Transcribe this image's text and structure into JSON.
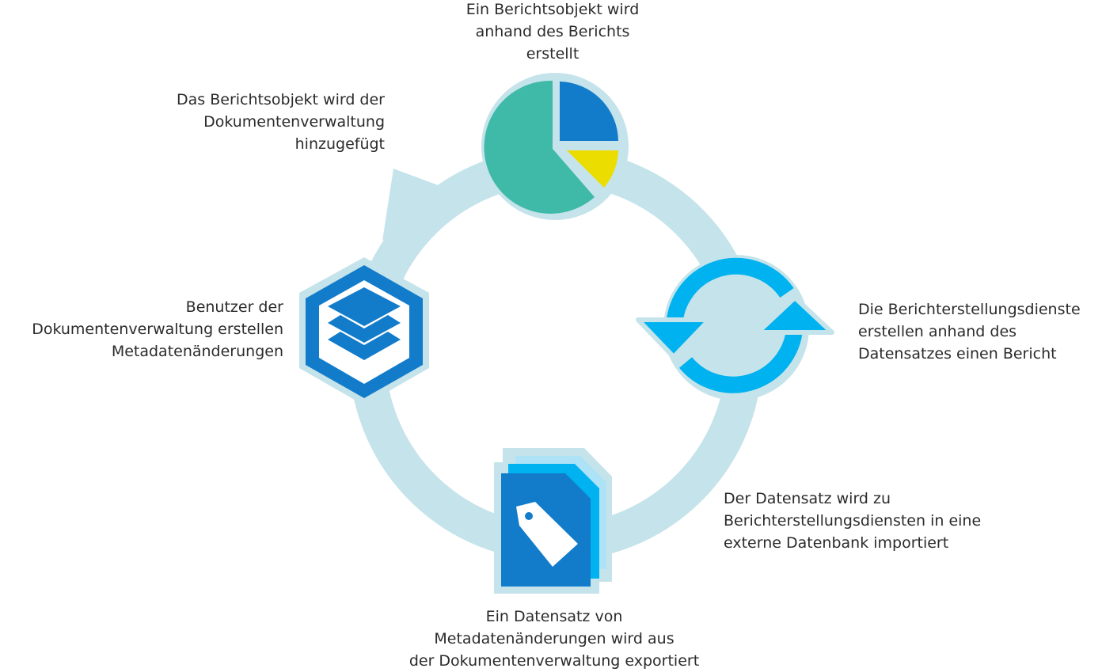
{
  "colors": {
    "ring": "#c5e3ea",
    "blue_dark": "#127ccb",
    "blue_light": "#00b2ef",
    "teal": "#3fbaa8",
    "yellow": "#ecdd00",
    "white": "#ffffff",
    "text": "#2b2b2b"
  },
  "icons": {
    "report": "pie-chart-icon",
    "refresh": "refresh-cycle-icon",
    "dataset": "tagged-documents-icon",
    "metadata": "layered-hexagon-icon",
    "flow": "cycle-arrow-icon"
  },
  "steps": {
    "report_object_created": {
      "lines": [
        "Ein Berichtsobjekt wird",
        "anhand des Berichts",
        "erstellt"
      ]
    },
    "added_to_document_management": {
      "lines": [
        "Das Berichtsobjekt wird der",
        "Dokumentenverwaltung",
        "hinzugefügt"
      ]
    },
    "users_create_metadata_changes": {
      "lines": [
        "Benutzer der",
        "Dokumentenverwaltung erstellen",
        "Metadatenänderungen"
      ]
    },
    "reporting_services_create_report": {
      "lines": [
        "Die Berichterstellungsdienste",
        "erstellen anhand des",
        "Datensatzes einen Bericht"
      ]
    },
    "dataset_imported": {
      "lines": [
        "Der Datensatz wird zu",
        "Berichterstellungsdiensten in eine",
        "externe Datenbank importiert"
      ]
    },
    "dataset_exported": {
      "lines": [
        "Ein Datensatz von",
        "Metadatenänderungen wird aus",
        "der Dokumentenverwaltung exportiert"
      ]
    }
  }
}
